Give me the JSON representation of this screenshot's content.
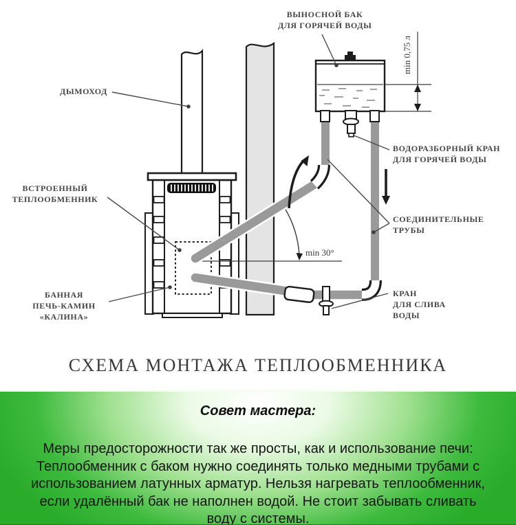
{
  "diagram": {
    "title": "СХЕМА МОНТАЖА ТЕПЛООБМЕННИКА",
    "labels": {
      "chimney": "ДЫМОХОД",
      "tank": [
        "ВЫНОСНОЙ БАК",
        "ДЛЯ ГОРЯЧЕЙ ВОДЫ"
      ],
      "built_in_exchanger": [
        "ВСТРОЕННЫЙ",
        "ТЕПЛООБМЕННИК"
      ],
      "stove": [
        "БАННАЯ",
        "ПЕЧЬ-КАМИН",
        "«КАЛИНА»"
      ],
      "hot_water_tap": [
        "ВОДОРАЗБОРНЫЙ КРАН",
        "ДЛЯ ГОРЯЧЕЙ ВОДЫ"
      ],
      "connecting_pipes": [
        "СОЕДИНИТЕЛЬНЫЕ",
        "ТРУБЫ"
      ],
      "drain_tap": [
        "КРАН",
        "ДЛЯ СЛИВА",
        "ВОДЫ"
      ],
      "min_volume": "min 0,75 л",
      "min_angle": "min 30°"
    }
  },
  "advice": {
    "heading": "Совет мастера:",
    "lines": [
      "Меры предосторожности так же просты, как и использование печи:",
      "Теплообменник с баком нужно соединять только медными трубами с",
      "использованием латунных арматур. Нельзя нагревать теплообменник,",
      "если удалённый бак не наполнен водой. Не стоит забывать сливать",
      "воду с системы."
    ]
  },
  "colors": {
    "panel_green": "#2aab2a",
    "pipe_gray": "#9a9a9a",
    "wall_gray": "#e4e4e4",
    "line_dark": "#1c1c1c",
    "label_gray": "#454545"
  }
}
